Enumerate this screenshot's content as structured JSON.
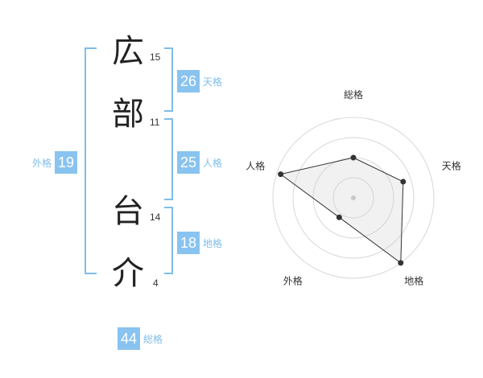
{
  "name": {
    "chars": [
      {
        "char": "広",
        "strokes": "15"
      },
      {
        "char": "部",
        "strokes": "11"
      },
      {
        "char": "台",
        "strokes": "14"
      },
      {
        "char": "介",
        "strokes": "4"
      }
    ]
  },
  "kakusu": {
    "tenkaku": {
      "value": "26",
      "label": "天格"
    },
    "jinkaku": {
      "value": "25",
      "label": "人格"
    },
    "chikaku": {
      "value": "18",
      "label": "地格"
    },
    "gaikaku": {
      "value": "19",
      "label": "外格"
    },
    "soukaku": {
      "value": "44",
      "label": "総格"
    }
  },
  "colors": {
    "accent": "#89c3f0",
    "bracket": "#7fbde9",
    "label": "#7fbde9"
  },
  "chart_data": {
    "type": "radar",
    "axes": [
      "総格",
      "天格",
      "地格",
      "外格",
      "人格"
    ],
    "values": [
      0.5,
      0.65,
      1.0,
      0.3,
      0.95
    ],
    "rings": 4,
    "max": 1.0
  }
}
